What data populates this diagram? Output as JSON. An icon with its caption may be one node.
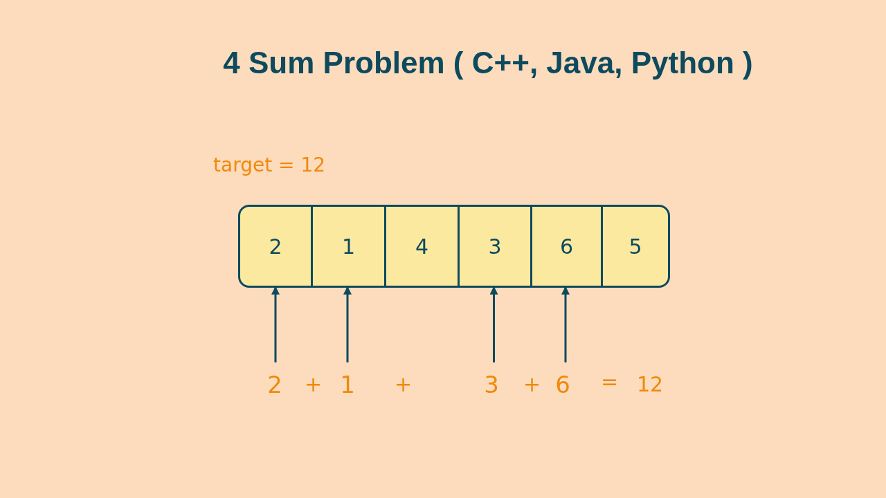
{
  "diagram": {
    "title": "4 Sum Problem ( C++, Java, Python )",
    "nodes": [
      {
        "text": [],
        "shape": "box"
      },
      {
        "text": [
          "2"
        ],
        "in": 0
      },
      {
        "text": [
          "1"
        ],
        "in": 0
      },
      {
        "text": [
          "4"
        ],
        "in": 0
      },
      {
        "text": [
          "3"
        ],
        "in": 0
      },
      {
        "text": [
          "6"
        ],
        "in": 0
      },
      {
        "text": [
          "5"
        ],
        "in": 0
      },
      {
        "text": [
          "2"
        ]
      },
      {
        "text": [
          "1"
        ]
      },
      {
        "text": [
          "3"
        ]
      },
      {
        "text": [
          "6"
        ]
      }
    ],
    "edges": [
      {
        "from": 7,
        "to": 1,
        "arrow": "to"
      },
      {
        "from": 8,
        "to": 2,
        "arrow": "to"
      },
      {
        "from": 9,
        "to": 4,
        "arrow": "to"
      },
      {
        "from": 10,
        "to": 5,
        "arrow": "to"
      }
    ],
    "labels": [
      "target = 12",
      "+",
      "+",
      "+",
      "=",
      "12"
    ]
  }
}
